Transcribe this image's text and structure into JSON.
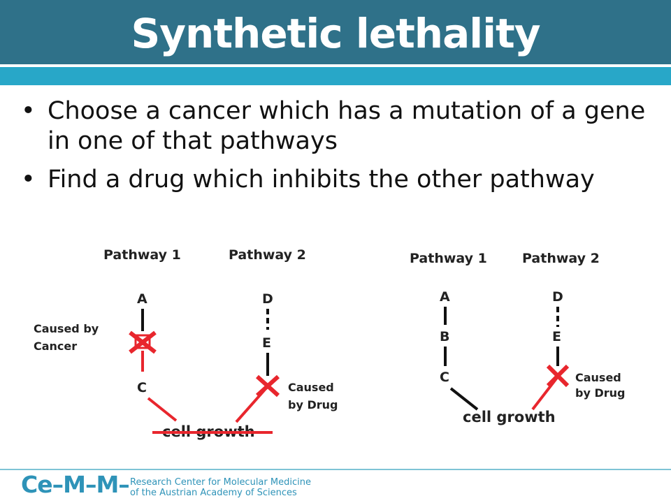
{
  "slide": {
    "title": "Synthetic lethality",
    "bullets": [
      "Choose a cancer which has a mutation of a gene in one of that pathways",
      "Find a drug which inhibits the other pathway"
    ]
  },
  "diagram_left": {
    "pathway1_label": "Pathway 1",
    "pathway2_label": "Pathway 2",
    "node_a": "A",
    "node_c": "C",
    "node_d": "D",
    "node_e": "E",
    "cancer_label_line1": "Caused by",
    "cancer_label_line2": "Cancer",
    "drug_label_line1": "Caused",
    "drug_label_line2": "by Drug",
    "outcome": "cell growth"
  },
  "diagram_right": {
    "pathway1_label": "Pathway 1",
    "pathway2_label": "Pathway 2",
    "node_a": "A",
    "node_b": "B",
    "node_c": "C",
    "node_d": "D",
    "node_e": "E",
    "drug_label_line1": "Caused",
    "drug_label_line2": "by Drug",
    "outcome": "cell growth"
  },
  "footer": {
    "logo": "Ce–M–M–",
    "line1": "Research Center for Molecular Medicine",
    "line2": "of the Austrian Academy of Sciences"
  },
  "colors": {
    "title_band": "#2f7189",
    "accent_bar": "#28a7c8",
    "inhibition_red": "#e8262d",
    "logo_blue": "#2e93b8"
  }
}
